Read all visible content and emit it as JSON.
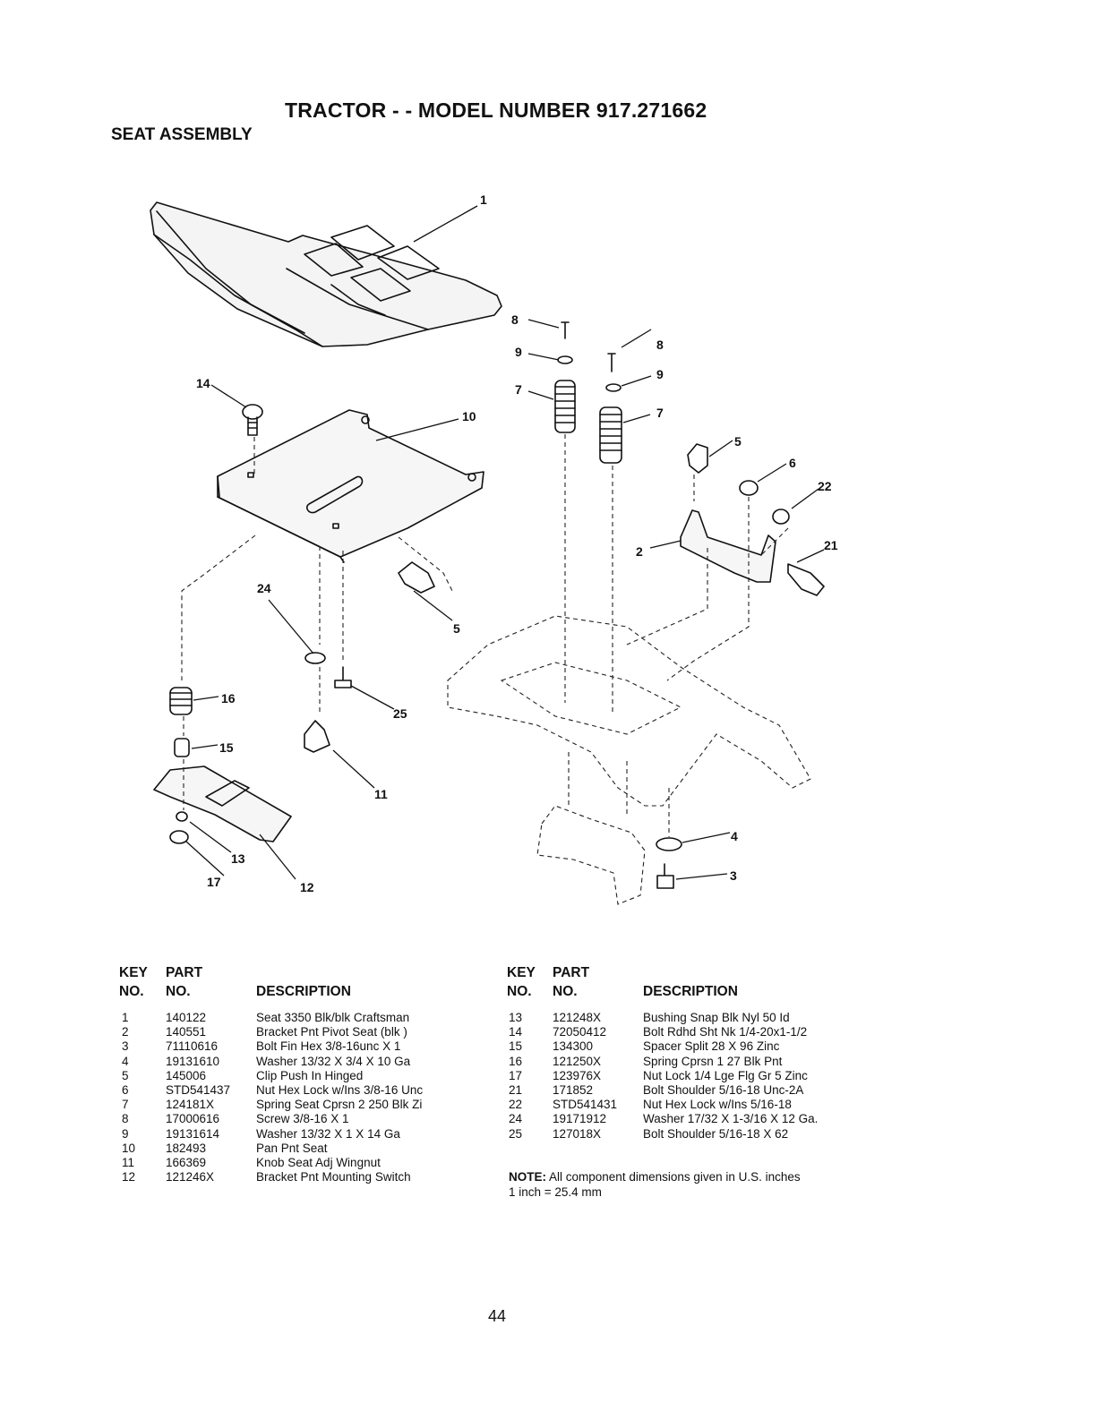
{
  "header": {
    "title": "TRACTOR - - MODEL NUMBER 917.271662",
    "subtitle": "SEAT ASSEMBLY"
  },
  "diagram": {
    "callouts": [
      "1",
      "8",
      "9",
      "7",
      "8",
      "9",
      "7",
      "5",
      "6",
      "22",
      "21",
      "2",
      "14",
      "10",
      "24",
      "5",
      "16",
      "25",
      "15",
      "11",
      "13",
      "17",
      "12",
      "4",
      "3"
    ]
  },
  "table_headers": {
    "key": "KEY",
    "key_no": "NO.",
    "part": "PART",
    "part_no": "NO.",
    "description": "DESCRIPTION"
  },
  "parts_left": [
    {
      "key": "1",
      "part": "140122",
      "desc": "Seat 3350 Blk/blk Craftsman"
    },
    {
      "key": "2",
      "part": "140551",
      "desc": "Bracket Pnt Pivot Seat (blk )"
    },
    {
      "key": "3",
      "part": "71110616",
      "desc": "Bolt Fin Hex 3/8-16unc X 1"
    },
    {
      "key": "4",
      "part": "19131610",
      "desc": "Washer 13/32 X 3/4 X 10 Ga"
    },
    {
      "key": "5",
      "part": "145006",
      "desc": "Clip Push In Hinged"
    },
    {
      "key": "6",
      "part": "STD541437",
      "desc": "Nut Hex Lock w/Ins 3/8-16 Unc"
    },
    {
      "key": "7",
      "part": "124181X",
      "desc": "Spring Seat Cprsn 2 250 Blk Zi"
    },
    {
      "key": "8",
      "part": "17000616",
      "desc": "Screw 3/8-16 X 1"
    },
    {
      "key": "9",
      "part": "19131614",
      "desc": "Washer 13/32 X 1 X 14 Ga"
    },
    {
      "key": "10",
      "part": "182493",
      "desc": "Pan Pnt Seat"
    },
    {
      "key": "11",
      "part": "166369",
      "desc": "Knob Seat Adj Wingnut"
    },
    {
      "key": "12",
      "part": "121246X",
      "desc": "Bracket Pnt Mounting Switch"
    }
  ],
  "parts_right": [
    {
      "key": "13",
      "part": "121248X",
      "desc": "Bushing Snap Blk Nyl 50 Id"
    },
    {
      "key": "14",
      "part": "72050412",
      "desc": "Bolt Rdhd Sht Nk 1/4-20x1-1/2"
    },
    {
      "key": "15",
      "part": "134300",
      "desc": "Spacer Split 28 X 96 Zinc"
    },
    {
      "key": "16",
      "part": "121250X",
      "desc": "Spring Cprsn 1 27 Blk Pnt"
    },
    {
      "key": "17",
      "part": "123976X",
      "desc": "Nut Lock 1/4 Lge Flg Gr 5 Zinc"
    },
    {
      "key": "21",
      "part": "171852",
      "desc": "Bolt Shoulder 5/16-18 Unc-2A"
    },
    {
      "key": "22",
      "part": "STD541431",
      "desc": "Nut Hex Lock w/Ins 5/16-18"
    },
    {
      "key": "24",
      "part": "19171912",
      "desc": "Washer 17/32 X 1-3/16 X 12 Ga."
    },
    {
      "key": "25",
      "part": "127018X",
      "desc": "Bolt Shoulder 5/16-18 X 62"
    }
  ],
  "note": {
    "label": "NOTE:",
    "text": "All component dimensions given in U.S. inches",
    "conversion": "1 inch = 25.4 mm"
  },
  "page_number": "44"
}
